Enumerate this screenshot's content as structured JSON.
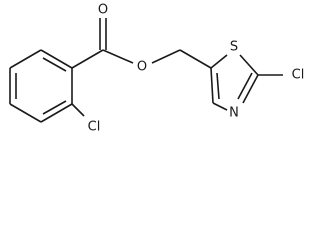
{
  "molecule": {
    "atoms": {
      "carbonyl_oxygen": "O",
      "ester_oxygen": "O",
      "benzene_chlorine": "Cl",
      "thiazole_sulfur": "S",
      "thiazole_nitrogen": "N",
      "thiazole_chlorine": "Cl"
    }
  }
}
